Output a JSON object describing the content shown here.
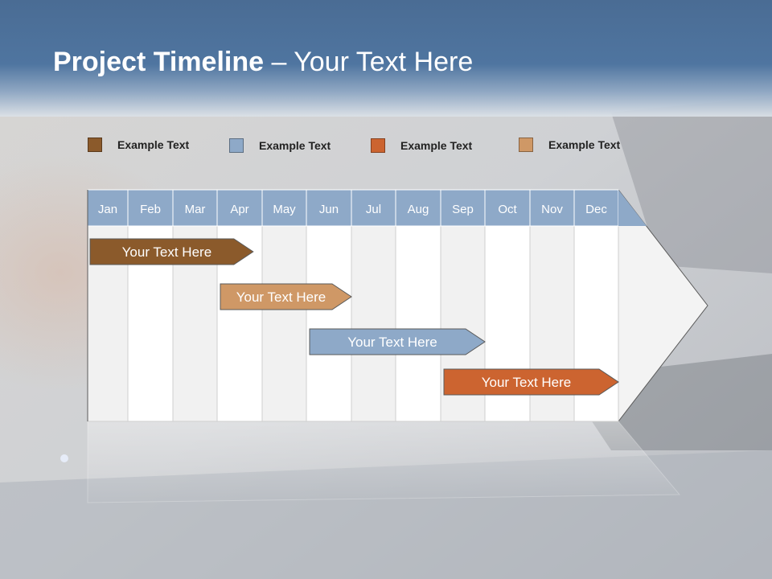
{
  "title": {
    "bold": "Project Timeline",
    "rest": " – Your Text Here"
  },
  "legend": [
    {
      "label": "Example Text",
      "color": "#8b5a2b"
    },
    {
      "label": "Example Text",
      "color": "#8ea9c8"
    },
    {
      "label": "Example Text",
      "color": "#cc6430"
    },
    {
      "label": "Example Text",
      "color": "#cf9866"
    }
  ],
  "timeline": {
    "months": [
      "Jan",
      "Feb",
      "Mar",
      "Apr",
      "May",
      "Jun",
      "Jul",
      "Aug",
      "Sep",
      "Oct",
      "Nov",
      "Dec"
    ],
    "header_color": "#8ea9c8",
    "tasks": [
      {
        "label": "Your  Text Here",
        "start_month": 0,
        "end_month": 3.8,
        "color": "#8b5a2b"
      },
      {
        "label": "Your  Text Here",
        "start_month": 3.0,
        "end_month": 6.0,
        "color": "#cf9866"
      },
      {
        "label": "Your  Text Here",
        "start_month": 5.0,
        "end_month": 9.0,
        "color": "#8ea9c8"
      },
      {
        "label": "Your  Text Here",
        "start_month": 8.0,
        "end_month": 12.0,
        "color": "#cc6430"
      }
    ]
  }
}
